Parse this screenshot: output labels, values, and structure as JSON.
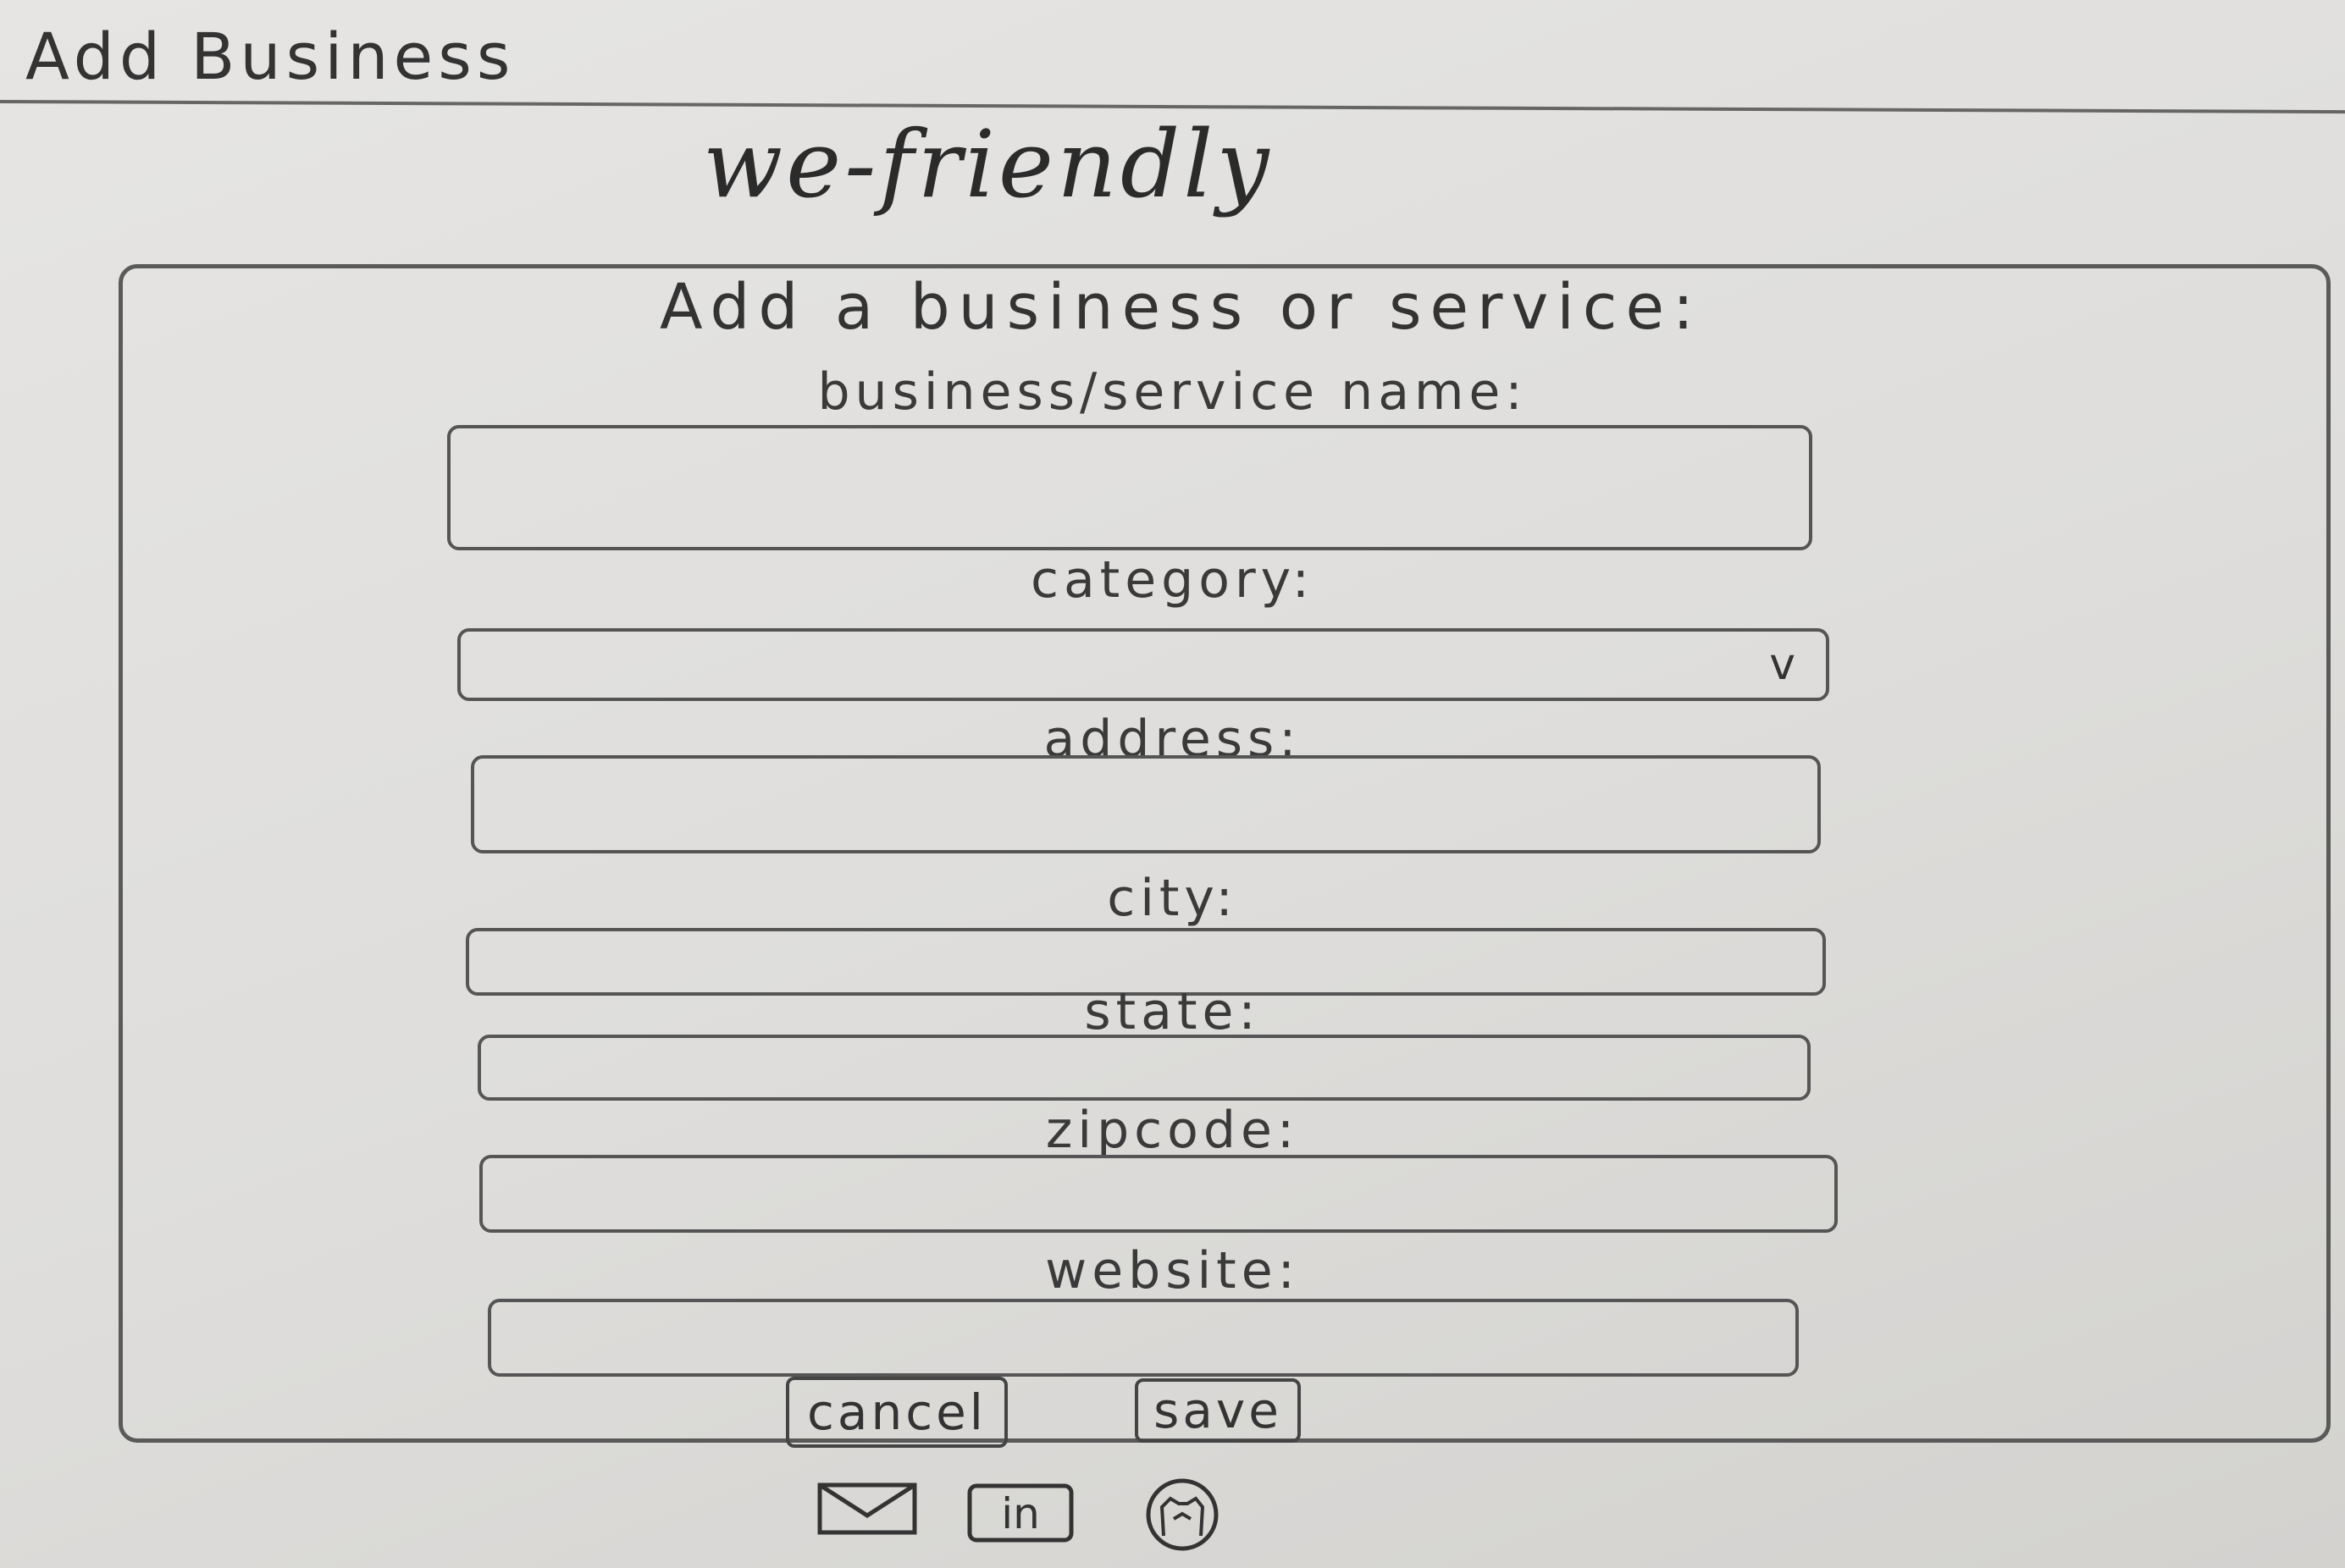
{
  "page": {
    "title": "Add Business",
    "brand": "we-friendly"
  },
  "form": {
    "heading": "Add a business or service:",
    "fields": [
      {
        "label": "business/service name:",
        "value": ""
      },
      {
        "label": "category:",
        "value": "",
        "indicator": "v"
      },
      {
        "label": "address:",
        "value": ""
      },
      {
        "label": "city:",
        "value": ""
      },
      {
        "label": "state:",
        "value": ""
      },
      {
        "label": "zipcode:",
        "value": ""
      },
      {
        "label": "website:",
        "value": ""
      }
    ],
    "buttons": {
      "cancel": "cancel",
      "save": "save"
    }
  },
  "footer": {
    "icons": [
      "mail-icon",
      "linkedin-icon",
      "github-icon"
    ],
    "linkedin_text": "in"
  }
}
